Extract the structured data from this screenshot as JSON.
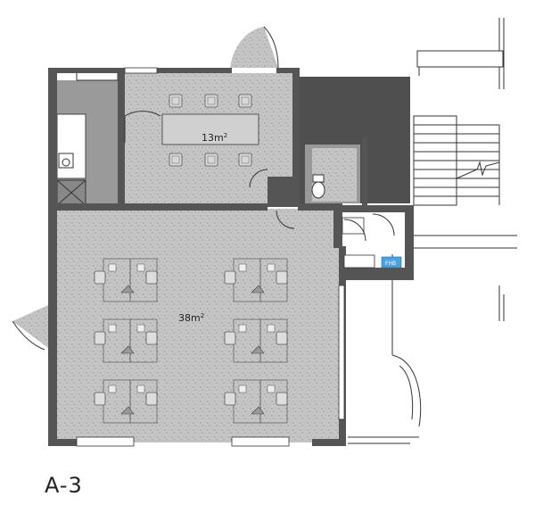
{
  "meeting_room": {
    "area": "13m",
    "unit_sup": "2"
  },
  "office_room": {
    "area": "38m",
    "unit_sup": "2"
  },
  "fire_hydrant_badge": "FHB",
  "unit_label": "A-3",
  "colors": {
    "wall": "#555555",
    "floor": "#c8c8c8",
    "dark_room": "#555555",
    "line": "#333333"
  }
}
